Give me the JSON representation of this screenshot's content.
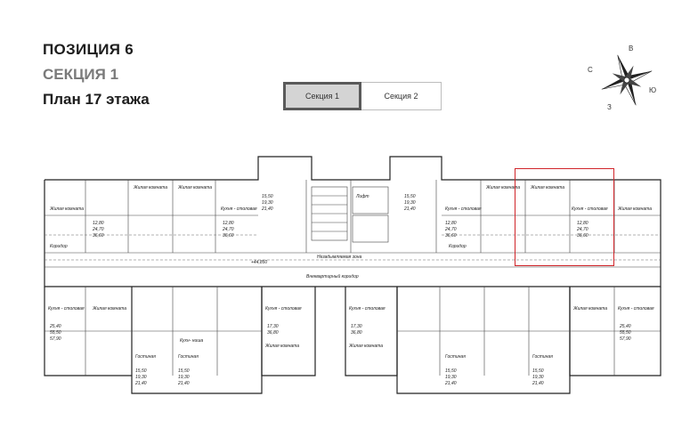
{
  "header": {
    "position": "ПОЗИЦИЯ 6",
    "section": "СЕКЦИЯ 1",
    "floor_plan": "План 17 этажа"
  },
  "tabs": [
    {
      "label": "Секция 1",
      "active": true
    },
    {
      "label": "Секция 2",
      "active": false
    }
  ],
  "compass": {
    "north": "С",
    "south": "Ю",
    "east": "В",
    "west": "З",
    "icon": "compass-rose-icon"
  },
  "plan": {
    "rooms": {
      "living": "Жилая комната",
      "kitchen": "Кухня - столовая",
      "corridor": "Коридор",
      "guest": "Гостиная",
      "kitchen_niche": "Кухн- ниша",
      "smoke_free": "Незадымляемая зона",
      "corridor_tech": "Внеквартирный коридор",
      "elevator": "Лифт"
    },
    "labels": {
      "a1": "12,80",
      "a2": "24,70",
      "a3": "36,60",
      "b1": "15,50",
      "b2": "19,30",
      "b3": "21,40",
      "c1": "25,40",
      "c2": "55,50",
      "c3": "57,90",
      "d1": "17,30",
      "d2": "36,80",
      "mark": "+44,850"
    },
    "highlight_color": "#d0252a"
  }
}
